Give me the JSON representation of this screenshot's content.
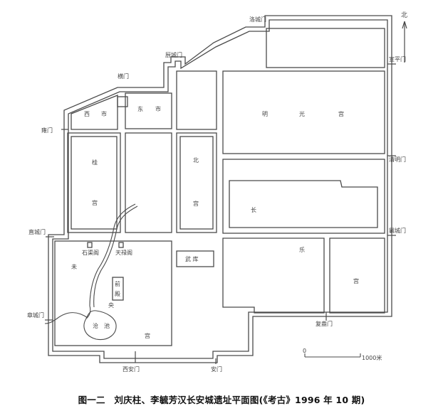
{
  "colors": {
    "line": "#4a4a4a",
    "text": "#444444",
    "background": "#ffffff"
  },
  "north": "北",
  "gates": {
    "luocheng": "洛城门",
    "chucheng": "厨城门",
    "heng": "横门",
    "yong": "雍门",
    "zhicheng": "直城门",
    "zhang": "章城门",
    "xian": "西安门",
    "an": "安门",
    "fuang": "复盎门",
    "bacheng": "霸城门",
    "qingming": "清明门",
    "xuanping": "宣平门"
  },
  "areas": {
    "xishi": [
      "西",
      "市"
    ],
    "dongshi": [
      "东",
      "市"
    ],
    "mingguang": [
      "明",
      "光",
      "宫"
    ],
    "gui": [
      "桂",
      "宫"
    ],
    "bei": [
      "北",
      "宫"
    ],
    "chang": "长",
    "le": "乐",
    "gong_cl": "宫",
    "weiyang": [
      "未",
      "央",
      "宫"
    ],
    "shiqu": "石渠阁",
    "tianlu": "天禄阁",
    "qiandian": [
      "前",
      "殿"
    ],
    "wuku": "武 库",
    "cangchi": [
      "沧",
      "池"
    ]
  },
  "scale": {
    "zero": "0",
    "end": "1000米"
  },
  "caption": "图一二　刘庆柱、李毓芳汉长安城遗址平面图(《考古》1996 年 10 期)"
}
